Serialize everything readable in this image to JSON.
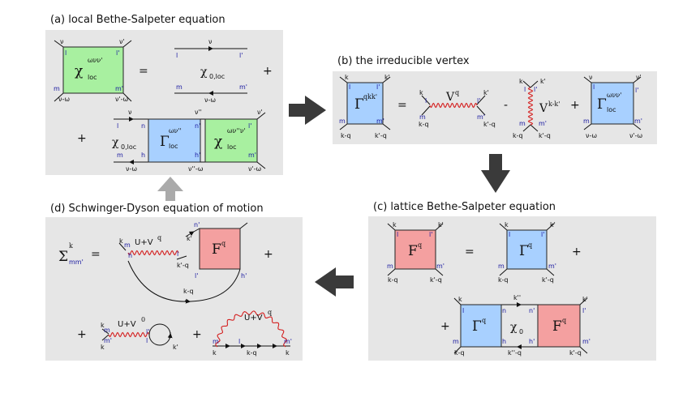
{
  "panels": {
    "a": {
      "title": "(a) local Bethe-Salpeter equation"
    },
    "b": {
      "title": "(b) the irreducible vertex"
    },
    "c": {
      "title": "(c) lattice Bethe-Salpeter equation"
    },
    "d": {
      "title": "(d) Schwinger-Dyson equation of motion"
    }
  },
  "symbols": {
    "chi": "χ",
    "Gamma": "Γ",
    "F": "F",
    "Sigma": "Σ",
    "V": "V",
    "loc": "loc",
    "zero_loc": "0,loc",
    "zero": "0",
    "qkk": "qkk'",
    "q": "q",
    "k": "k",
    "kk": "k-k'",
    "mm": "mm'",
    "www": "ωνν'",
    "wvv2": "ων''ν'",
    "wvv3": "ων''",
    "UV": "U+V",
    "UV0": "0"
  },
  "operators": {
    "eq": "=",
    "plus": "+",
    "minus": "-"
  },
  "labels": {
    "l": "l",
    "l2": "l'",
    "m": "m",
    "m2": "m'",
    "n": "n",
    "n2": "n'",
    "h": "h",
    "h2": "h'",
    "k": "k",
    "k2": "k'",
    "kq": "k-q",
    "k2q": "k'-q",
    "k3": "k''",
    "k3q": "k''-q",
    "nu": "ν",
    "nu2": "ν'",
    "nu3": "ν''",
    "nuw": "ν-ω",
    "nu2w": "ν'-ω",
    "nu3w": "ν''-ω"
  },
  "colors": {
    "green": "#a8f0a0",
    "blue": "#a8d0ff",
    "pink": "#f4a0a0",
    "panel": "#e6e6e6",
    "wavy": "#d42020",
    "arrow": "#3a3a3a",
    "grey_arrow": "#aaaaaa"
  }
}
